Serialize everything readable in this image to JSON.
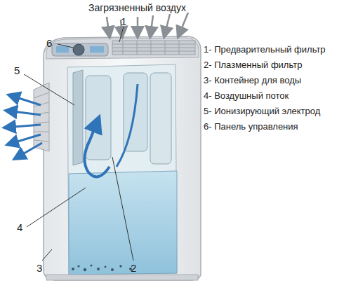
{
  "diagram": {
    "labels": [
      "Загрязненный воздух",
      "1",
      "6",
      "5",
      "1- Предварительный фильтр",
      "2- Плазменный фильтр",
      "3- Контейнер для воды",
      "4- Воздушный поток",
      "5- Ионизирующий электрод",
      "6- Панель управления",
      "4",
      "3",
      "2"
    ]
  }
}
